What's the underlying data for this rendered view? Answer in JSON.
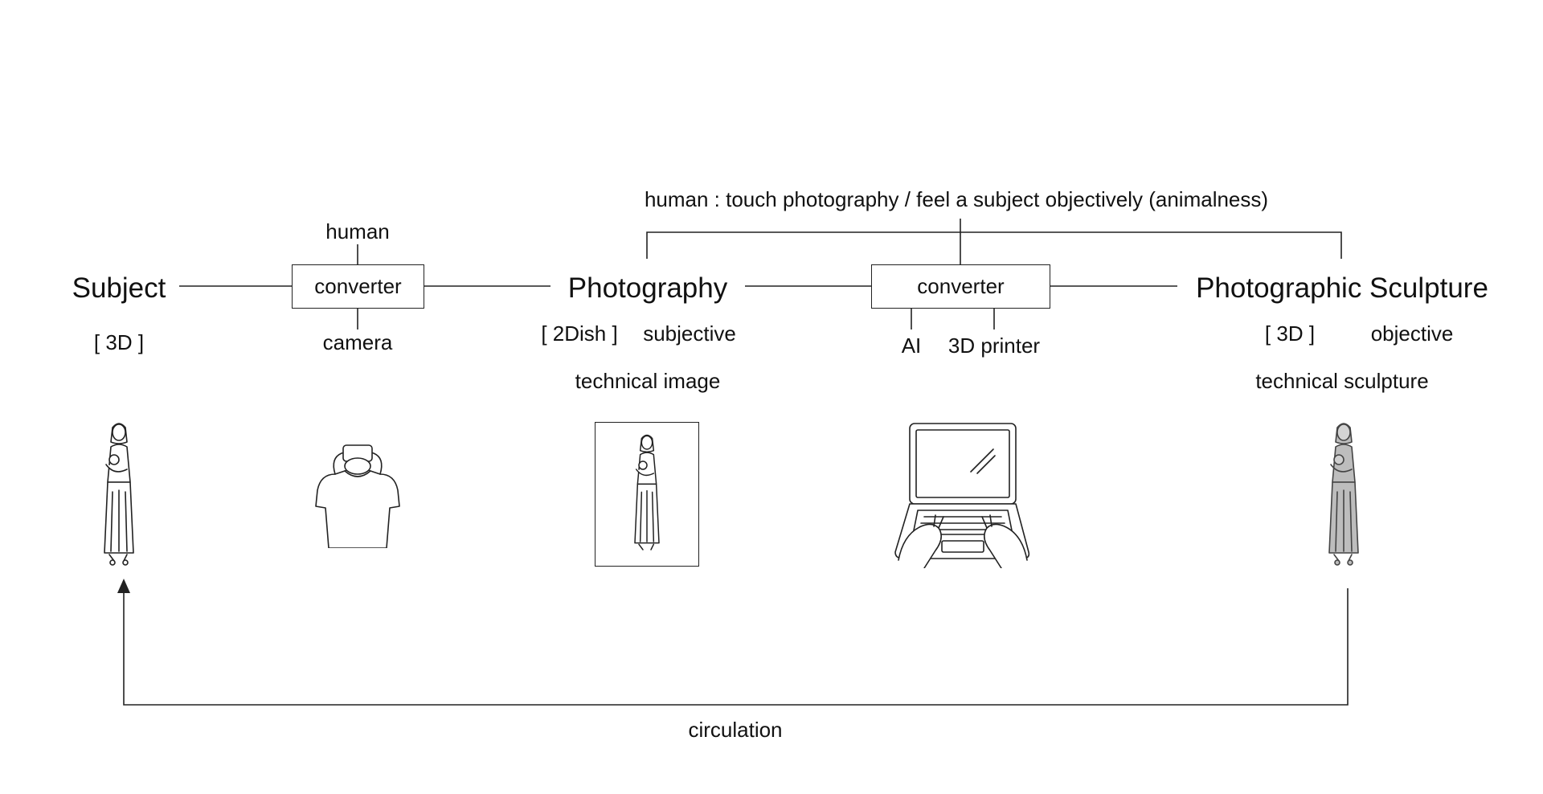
{
  "top_annotation": "human : touch photography / feel a subject objectively (animalness)",
  "nodes": {
    "subject": {
      "title": "Subject",
      "dim": "[ 3D ]"
    },
    "converter1": {
      "label": "converter",
      "above": "human",
      "below": "camera"
    },
    "photography": {
      "title": "Photography",
      "dim": "[ 2Dish ]",
      "quality": "subjective",
      "kind": "technical image"
    },
    "converter2": {
      "label": "converter",
      "below_left": "AI",
      "below_right": "3D printer"
    },
    "sculpture": {
      "title": "Photographic Sculpture",
      "dim": "[ 3D ]",
      "quality": "objective",
      "kind": "technical sculpture"
    }
  },
  "loop_label": "circulation",
  "icons": {
    "subject": "woman-holding-baby-icon",
    "camera": "person-holding-camera-icon",
    "photo": "framed-photo-icon",
    "printer": "laptop-typing-icon",
    "sculpture": "sculpture-figure-icon"
  },
  "colors": {
    "line": "#222222",
    "text": "#111111",
    "sculpture_fill": "#bdbdbd"
  }
}
